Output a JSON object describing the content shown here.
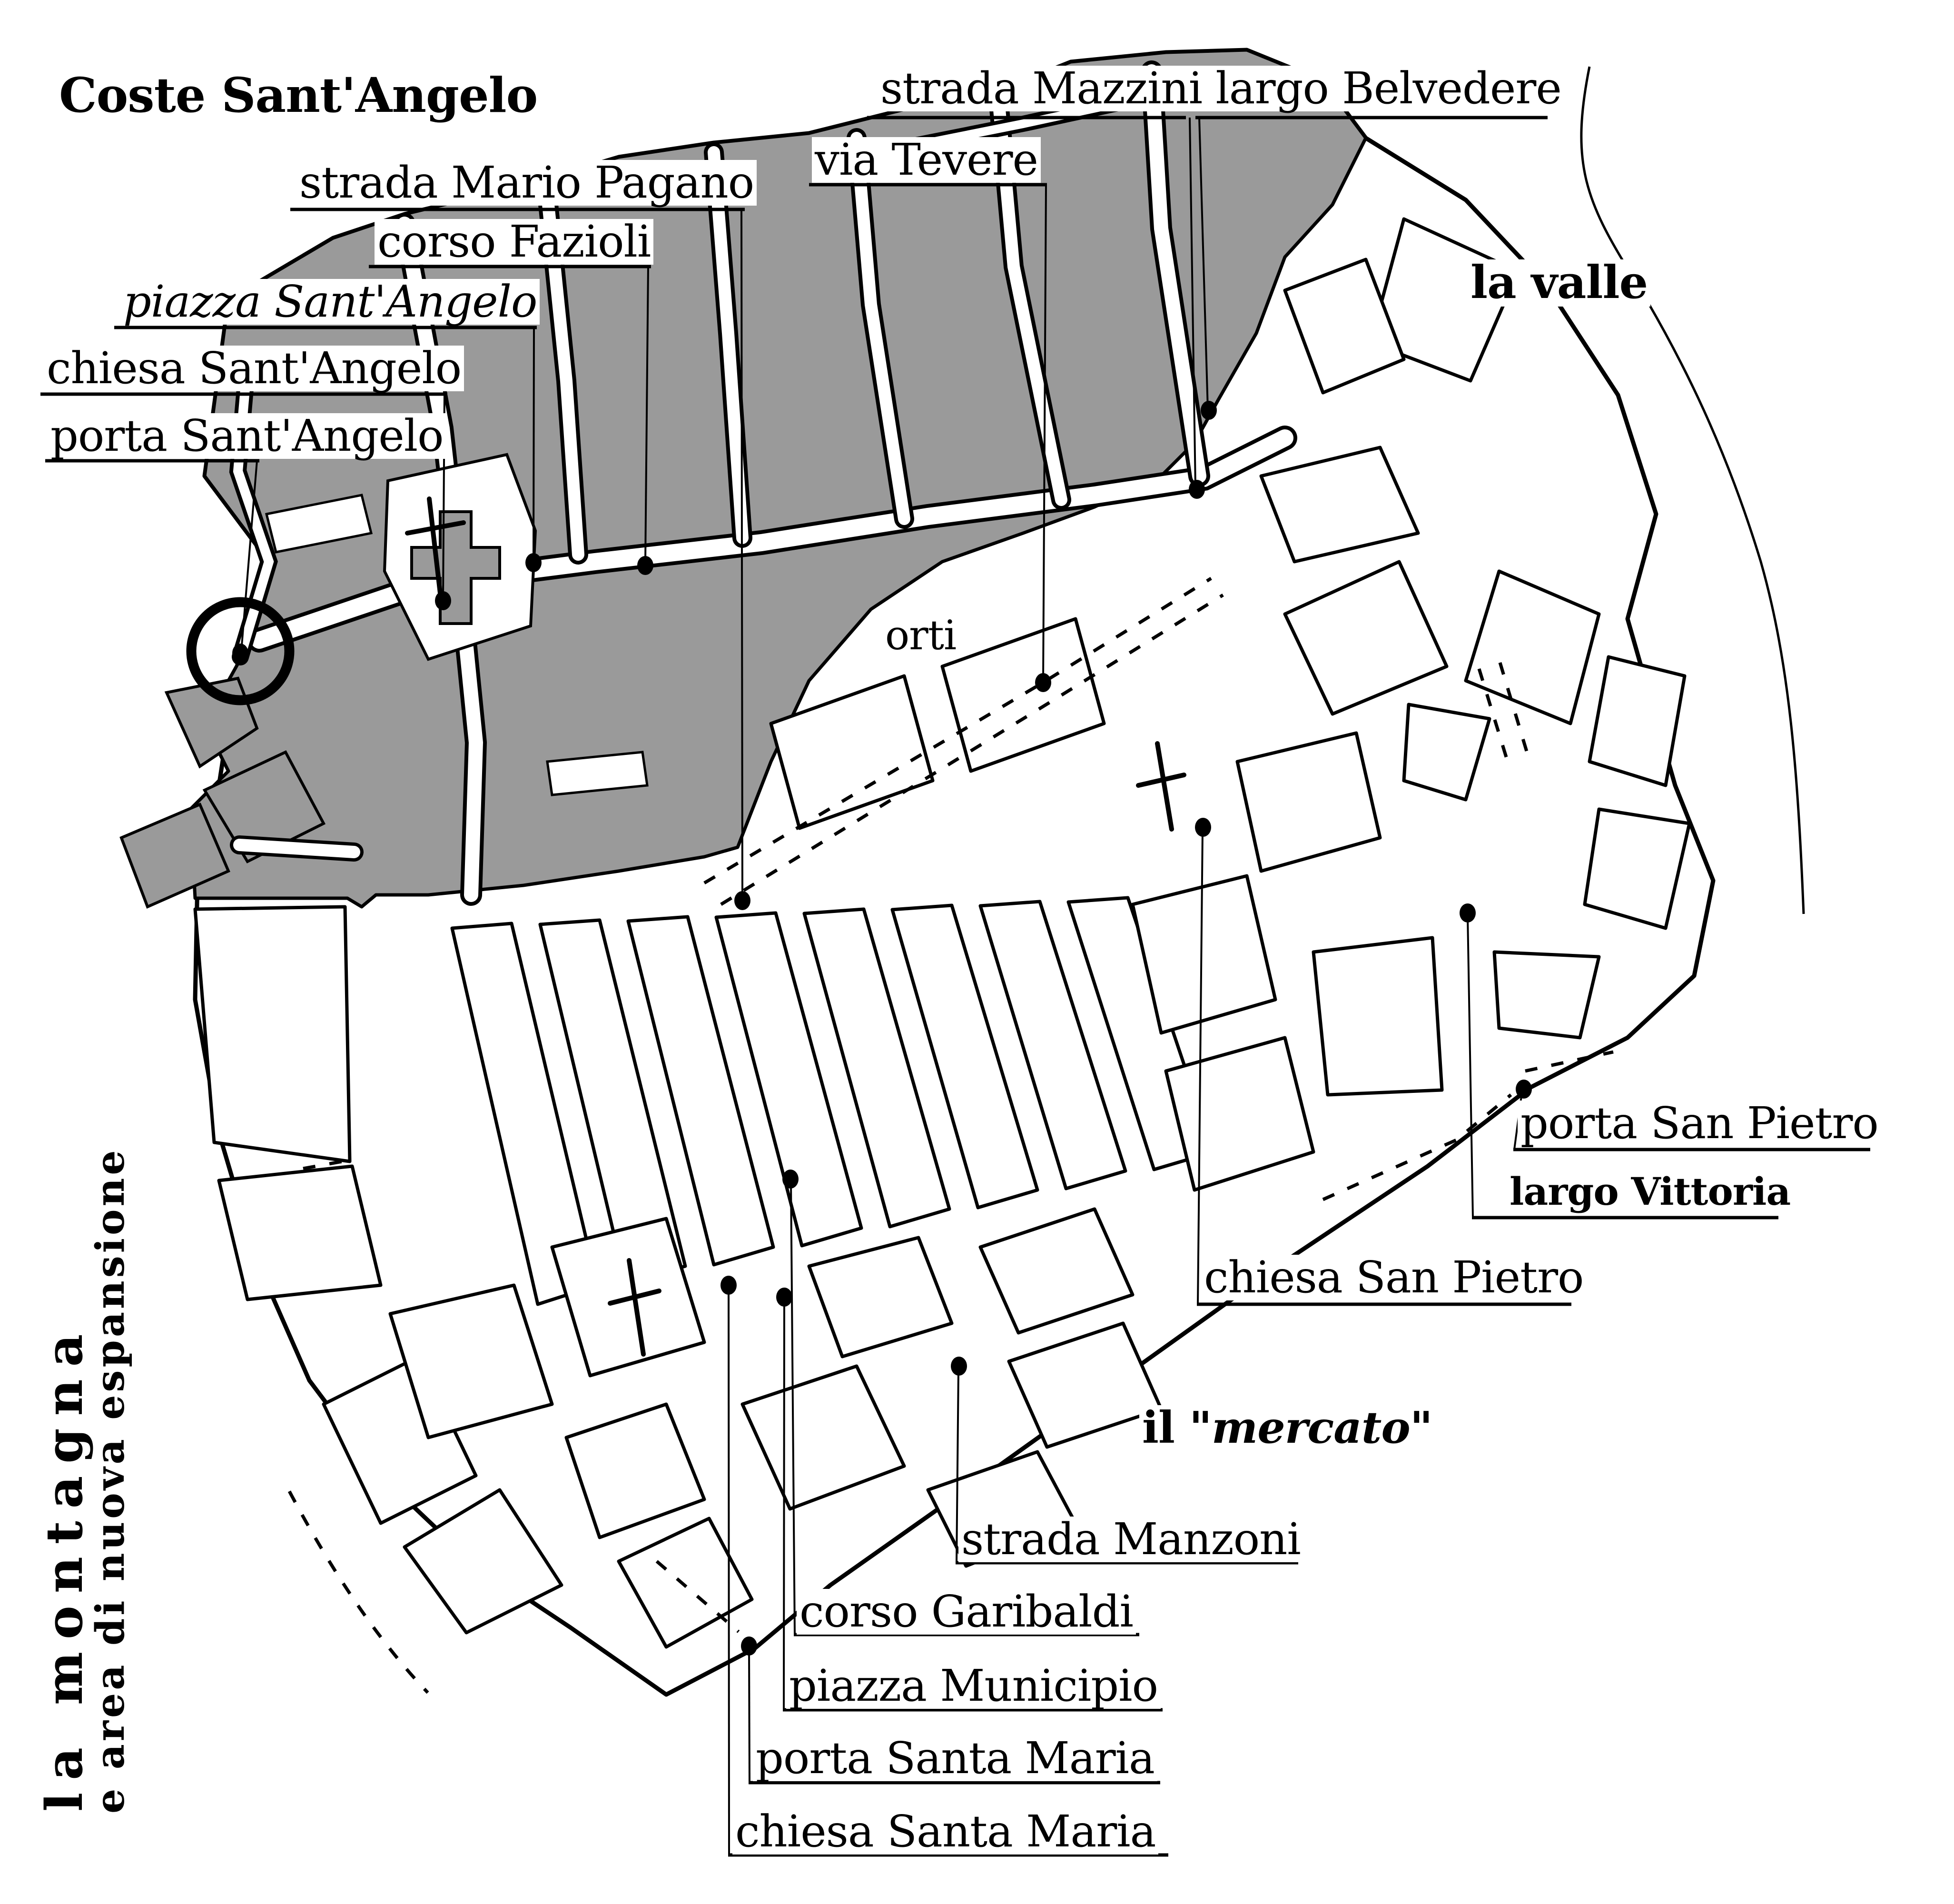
{
  "title": {
    "text": "Coste Sant'Angelo"
  },
  "regions": {
    "la_valle": "la valle",
    "orti": "orti",
    "mercato_prefix": "il \"",
    "mercato_word": "mercato",
    "mercato_suffix": "\"",
    "montagna_line1": "la montagna",
    "montagna_line2": "e area di nuova espansione"
  },
  "places": {
    "mazzini_belvedere": "strada Mazzini largo Belvedere",
    "via_tevere": "via Tevere",
    "mario_pagano": "strada Mario Pagano",
    "corso_fazioli": "corso Fazioli",
    "piazza_sant_angelo": "piazza Sant'Angelo",
    "chiesa_sant_angelo": "chiesa Sant'Angelo",
    "porta_sant_angelo": "porta Sant'Angelo",
    "porta_san_pietro": "porta San Pietro",
    "largo_vittoria": "largo Vittoria",
    "chiesa_san_pietro": "chiesa San Pietro",
    "strada_manzoni": "strada Manzoni",
    "corso_garibaldi": "corso Garibaldi",
    "piazza_municipio": "piazza Municipio",
    "porta_santa_maria": "porta Santa Maria",
    "chiesa_santa_maria": "chiesa Santa Maria"
  },
  "colors": {
    "district_fill": "#9a9a9a",
    "line": "#000000",
    "background": "#ffffff"
  }
}
